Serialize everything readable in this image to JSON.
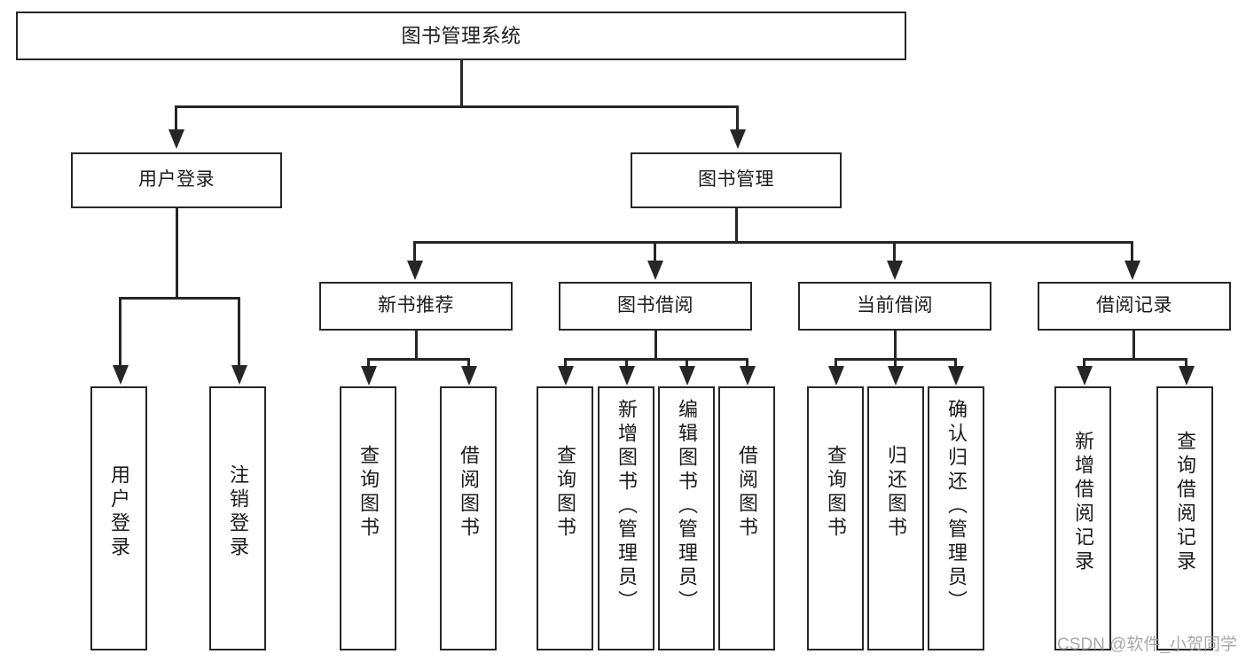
{
  "diagram": {
    "title": "图书管理系统",
    "type": "功能结构图",
    "watermark": "CSDN @软件_小贺同学",
    "colors": {
      "stroke": "#262626",
      "fill": "#ffffff",
      "text": "#1b1b1b",
      "watermark": "#9a9a9a"
    },
    "levels": {
      "root": "图书管理系统",
      "level2": [
        "用户登录",
        "图书管理"
      ],
      "level3": [
        "新书推荐",
        "图书借阅",
        "当前借阅",
        "借阅记录"
      ]
    },
    "nodes": {
      "root": "图书管理系统",
      "user_login": "用户登录",
      "book_manage": "图书管理",
      "new_book_rec": "新书推荐",
      "book_borrow": "图书借阅",
      "current_borrow": "当前借阅",
      "borrow_record": "借阅记录",
      "leaf_user_login": "用户登录",
      "leaf_logout": "注销登录",
      "leaf_query_book_1": "查询图书",
      "leaf_borrow_book_1": "借阅图书",
      "leaf_query_book_2": "查询图书",
      "leaf_add_book_admin": "新增图书（管理员）",
      "leaf_edit_book_admin": "编辑图书（管理员）",
      "leaf_borrow_book_2": "借阅图书",
      "leaf_query_book_3": "查询图书",
      "leaf_return_book": "归还图书",
      "leaf_confirm_return_admin": "确认归还（管理员）",
      "leaf_add_borrow_record": "新增借阅记录",
      "leaf_query_borrow_record": "查询借阅记录"
    }
  }
}
